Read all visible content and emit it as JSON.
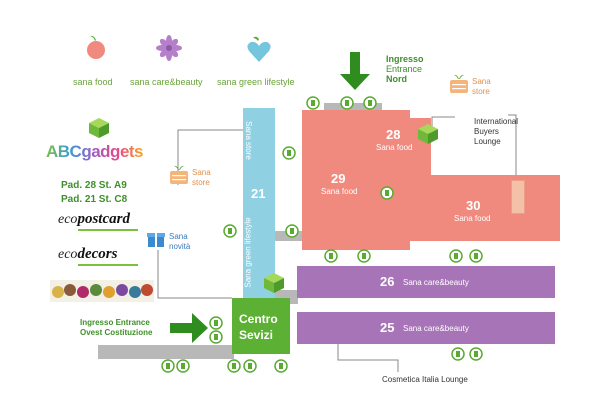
{
  "legend": [
    {
      "label": "sana food",
      "icon": "apple-icon",
      "color": "#f08a7e"
    },
    {
      "label": "sana care&beauty",
      "icon": "flower-icon",
      "color": "#b57fc9"
    },
    {
      "label": "sana green lifestyle",
      "icon": "heart-icon",
      "color": "#74c6df"
    }
  ],
  "left_panel": {
    "brand": "ABCgadgets",
    "pad_lines": [
      "Pad. 28 St. A9",
      "Pad. 21  St. C8"
    ],
    "eco_postcard": {
      "eco": "eco",
      "name": "postcard"
    },
    "eco_decors": {
      "eco": "eco",
      "name": "decors"
    }
  },
  "entrances": {
    "north": [
      "Ingresso",
      "Entrance",
      "Nord"
    ],
    "west": [
      "Ingresso Entrance",
      "Ovest Costituzione"
    ]
  },
  "stores": {
    "store_a": [
      "Sana",
      "store"
    ],
    "store_b": [
      "Sana",
      "store"
    ],
    "novita": [
      "Sana",
      "novità"
    ]
  },
  "lounges": {
    "international": [
      "International",
      "Buyers",
      "Lounge"
    ],
    "cosmetica": "Cosmetica Italia Lounge"
  },
  "halls": {
    "h28": {
      "num": "28",
      "label": "Sana food"
    },
    "h29": {
      "num": "29",
      "label": "Sana food"
    },
    "h30": {
      "num": "30",
      "label": "Sana food"
    },
    "h21": {
      "num": "21",
      "label": "Sana green lifestyle",
      "top_label": "Sana store"
    },
    "h26": {
      "num": "26",
      "label": "Sana care&beauty"
    },
    "h25": {
      "num": "25",
      "label": "Sana care&beauty"
    }
  },
  "centro_servizi": [
    "Centro",
    "Sevizi"
  ],
  "colors": {
    "food": "#f08a7e",
    "care": "#a874b8",
    "green_lifestyle": "#8fd0e3",
    "service": "#5cb034",
    "accent_green": "#3f8f2a",
    "walkway": "#b8b8b8"
  }
}
